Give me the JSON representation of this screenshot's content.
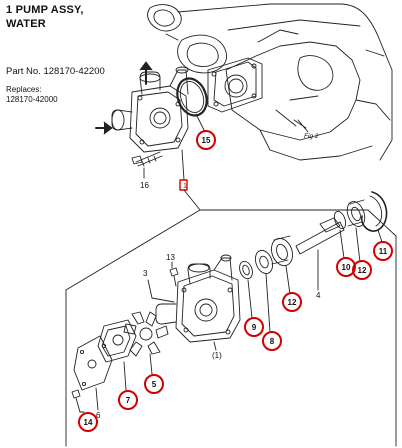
{
  "header": {
    "title_line1": "1   PUMP ASSY,",
    "title_line2": "WATER",
    "part_no": "Part No. 128170-42200",
    "replaces_label": "Replaces:",
    "replaces_value": "128170-42000"
  },
  "figure": {
    "fig_label": "Fig 2",
    "callout_index": "1",
    "plain_labels": {
      "l16": "16",
      "l13": "13",
      "l3": "3",
      "l4": "4",
      "l6": "6",
      "l1": "(1)"
    },
    "circled_labels": {
      "c15": "15",
      "c11": "11",
      "c10": "10",
      "c12a": "12",
      "c12b": "12",
      "c8": "8",
      "c9": "9",
      "c5": "5",
      "c7": "7",
      "c14": "14"
    },
    "highlight_color": "#d40000",
    "line_color": "#222222"
  }
}
